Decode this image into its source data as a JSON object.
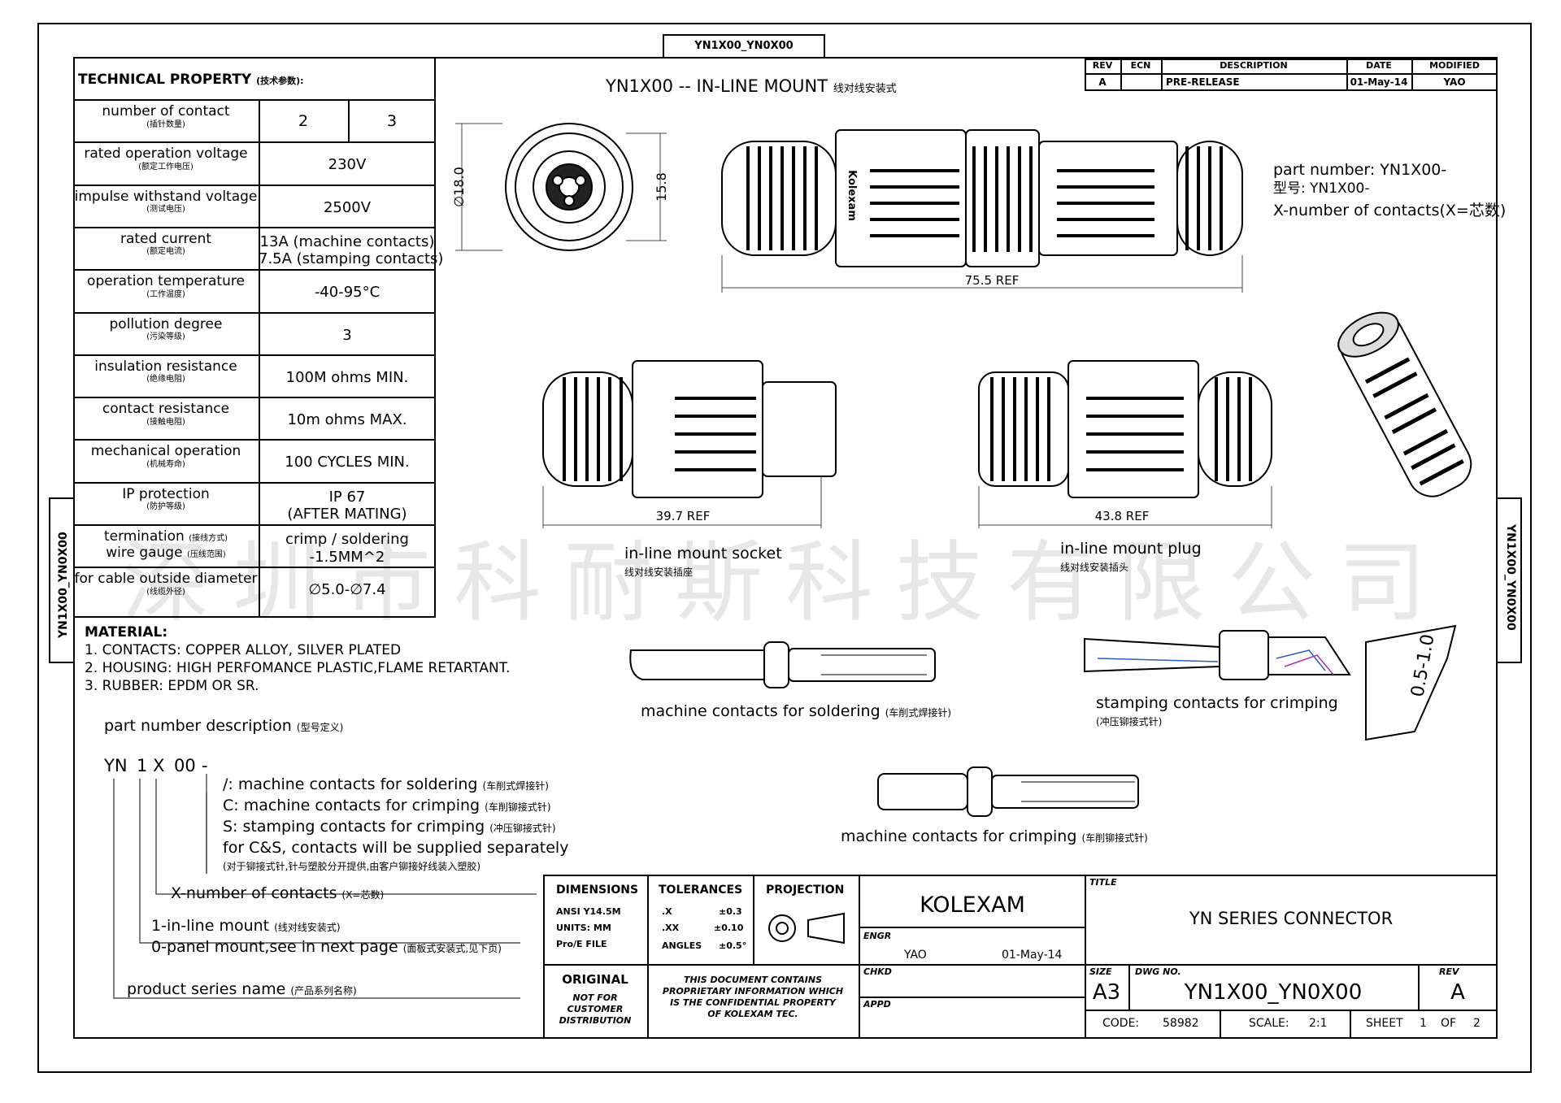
{
  "top_tab": "YN1X00_YN0X00",
  "side_tab": "YN1X00_YN0X00",
  "revision_table": {
    "headers": [
      "REV",
      "ECN",
      "DESCRIPTION",
      "DATE",
      "MODIFIED"
    ],
    "row": [
      "A",
      "",
      "PRE-RELEASE",
      "01-May-14",
      "YAO"
    ]
  },
  "tech": {
    "title": "TECHNICAL PROPERTY",
    "title_cn": "(技术参数):",
    "rows": [
      {
        "en": "number of contact",
        "cn": "(插针数量)",
        "v1": "2",
        "v2": "3"
      },
      {
        "en": "rated operation voltage",
        "cn": "(额定工作电压)",
        "value": "230V"
      },
      {
        "en": "impulse withstand voltage",
        "cn": "(测试电压)",
        "value": "2500V"
      },
      {
        "en": "rated current",
        "cn": "(额定电流)",
        "value": "13A (machine contacts)",
        "value2": "7.5A (stamping contacts)"
      },
      {
        "en": "operation temperature",
        "cn": "(工作温度)",
        "value": "-40-95°C"
      },
      {
        "en": "pollution degree",
        "cn": "(污染等级)",
        "value": "3"
      },
      {
        "en": "insulation resistance",
        "cn": "(绝缘电阻)",
        "value": "100M ohms MIN."
      },
      {
        "en": "contact resistance",
        "cn": "(接触电阻)",
        "value": "10m ohms MAX."
      },
      {
        "en": "mechanical operation",
        "cn": "(机械寿命)",
        "value": "100 CYCLES MIN."
      },
      {
        "en": "IP protection",
        "cn": "(防护等级)",
        "value": "IP 67",
        "value2": "(AFTER MATING)"
      },
      {
        "en": "termination",
        "cn": "(接线方式)",
        "en2": "wire gauge",
        "cn2": "(压线范围)",
        "value": "crimp / soldering",
        "value2": "-1.5MM^2"
      },
      {
        "en": "for cable outside diameter",
        "cn": "(线缆外径)",
        "value": "∅5.0-∅7.4"
      }
    ]
  },
  "material": {
    "title": "MATERIAL:",
    "lines": [
      "1. CONTACTS: COPPER ALLOY, SILVER PLATED",
      "2. HOUSING: HIGH PERFOMANCE PLASTIC,FLAME RETARTANT.",
      "3. RUBBER: EPDM OR SR."
    ]
  },
  "part_desc": {
    "title": "part number description",
    "title_cn": "(型号定义)",
    "code": [
      "YN",
      "1",
      "X",
      "00",
      "-"
    ],
    "opt1_en": "/: machine contacts for soldering",
    "opt1_cn": "(车削式焊接针)",
    "opt2_en": "C: machine contacts for crimping",
    "opt2_cn": "(车削铆接式针)",
    "opt3_en": "S: stamping contacts for crimping",
    "opt3_cn": "(冲压铆接式针)",
    "opt4_en": "for C&S, contacts will be supplied separately",
    "opt4_cn": "(对于铆接式针,针与塑胶分开提供,由客户铆接好线装入塑胶)",
    "x_en": "X-number of contacts",
    "x_cn": "(X=芯数)",
    "mount1_en": "1-in-line mount",
    "mount1_cn": "(线对线安装式)",
    "mount2_en": "0-panel mount,see in next page",
    "mount2_cn": "(面板式安装式,见下页)",
    "series_en": "product series name",
    "series_cn": "(产品系列名称)"
  },
  "drawing": {
    "view_title": "YN1X00 -- IN-LINE MOUNT",
    "view_title_cn": "线对线安装式",
    "dim_dia": "∅18.0",
    "dim_15": "15.8",
    "dim_total": "75.5 REF",
    "dim_socket": "39.7 REF",
    "dim_plug": "43.8 REF",
    "brand_on_part": "Kolexam",
    "part_number_label": "part number: YN1X00-",
    "part_number_cn": "型号: YN1X00-",
    "x_note": "X-number of contacts(X=芯数)",
    "socket_label": "in-line mount socket",
    "socket_cn": "线对线安装插座",
    "plug_label": "in-line mount plug",
    "plug_cn": "线对线安装插头",
    "mc_solder": "machine contacts for soldering",
    "mc_solder_cn": "(车削式焊接针)",
    "stamp_crimp": "stamping contacts for crimping",
    "stamp_crimp_cn": "(冲压铆接式针)",
    "mc_crimp": "machine contacts for crimping",
    "mc_crimp_cn": "(车削铆接式针)",
    "strip_label": "0.5-1.0"
  },
  "watermark": "深圳市科耐斯科技有限公司",
  "title_block": {
    "dimensions": "DIMENSIONS",
    "ansi": "ANSI Y14.5M",
    "units": "UNITS: MM",
    "proe": "Pro/E FILE",
    "tolerances": "TOLERANCES",
    "tol_x": ".X",
    "tol_x_val": "±0.3",
    "tol_xx": ".XX",
    "tol_xx_val": "±0.10",
    "angles": "ANGLES",
    "angles_val": "±0.5°",
    "projection": "PROJECTION",
    "company": "KOLEXAM",
    "engr_label": "ENGR",
    "engr_name": "YAO",
    "engr_date": "01-May-14",
    "chkd_label": "CHKD",
    "appd_label": "APPD",
    "original": "ORIGINAL",
    "original_note": [
      "NOT FOR",
      "CUSTOMER",
      "DISTRIBUTION"
    ],
    "proprietary": [
      "THIS DOCUMENT CONTAINS",
      "PROPRIETARY INFORMATION WHICH",
      "IS THE CONFIDENTIAL PROPERTY",
      "OF KOLEXAM TEC."
    ],
    "title_label": "TITLE",
    "title": "YN SERIES CONNECTOR",
    "size_label": "SIZE",
    "size": "A3",
    "dwg_label": "DWG NO.",
    "dwg_no": "YN1X00_YN0X00",
    "rev_label": "REV",
    "rev": "A",
    "code_label": "CODE:",
    "code": "58982",
    "scale_label": "SCALE:",
    "scale": "2:1",
    "sheet_label": "SHEET",
    "sheet": "1",
    "of_label": "OF",
    "of": "2"
  }
}
